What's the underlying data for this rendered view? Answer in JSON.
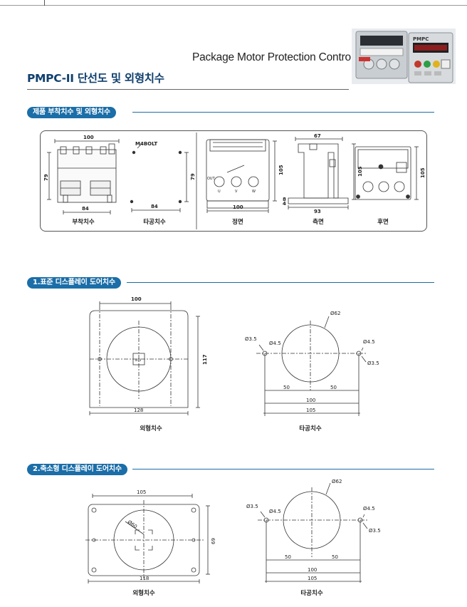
{
  "header": {
    "tagline": "Package Motor Protection Controller",
    "title": "PMPC-II 단선도 및 외형치수"
  },
  "photo": {
    "brand": "PMPC"
  },
  "section1": {
    "title": "제품 부착치수 및 외형치수",
    "captions": [
      "부착치수",
      "타공치수",
      "정면",
      "측면",
      "후면"
    ],
    "mount": {
      "width": "100",
      "height": "79",
      "base": "84"
    },
    "drill": {
      "bolt": "M4BOLT",
      "height": "79",
      "width": "84"
    },
    "front": {
      "width": "100",
      "height": "105",
      "out": "OUT",
      "u": "U",
      "v": "V",
      "w": "W"
    },
    "side": {
      "top": "67",
      "bottom": "93",
      "height": "105",
      "small_a": "8",
      "small_b": "4"
    },
    "rear": {
      "height": "105"
    }
  },
  "section2": {
    "title": "1.표준 디스플레이 도어치수",
    "outer": {
      "top": "100",
      "height": "117",
      "bottom": "128",
      "center": "Ø10"
    },
    "cutout": {
      "dia": "Ø62",
      "hole_left": "Ø3.5",
      "hole_left2": "Ø4.5",
      "hole_right": "Ø4.5",
      "hole_right2": "Ø3.5",
      "half_left": "50",
      "half_right": "50",
      "span_100": "100",
      "span_105": "105"
    },
    "captions": [
      "외형치수",
      "타공치수"
    ]
  },
  "section3": {
    "title": "2.축소형 디스플레이 도어치수",
    "outer": {
      "top": "105",
      "height": "69",
      "bottom": "118",
      "dia": "Ø60"
    },
    "cutout": {
      "dia": "Ø62",
      "hole_left": "Ø3.5",
      "hole_left2": "Ø4.5",
      "hole_right": "Ø4.5",
      "hole_right2": "Ø3.5",
      "half_left": "50",
      "half_right": "50",
      "span_100": "100",
      "span_105": "105"
    },
    "captions": [
      "외형치수",
      "타공치수"
    ]
  },
  "colors": {
    "accent": "#1b6ea8",
    "title": "#10406e"
  }
}
